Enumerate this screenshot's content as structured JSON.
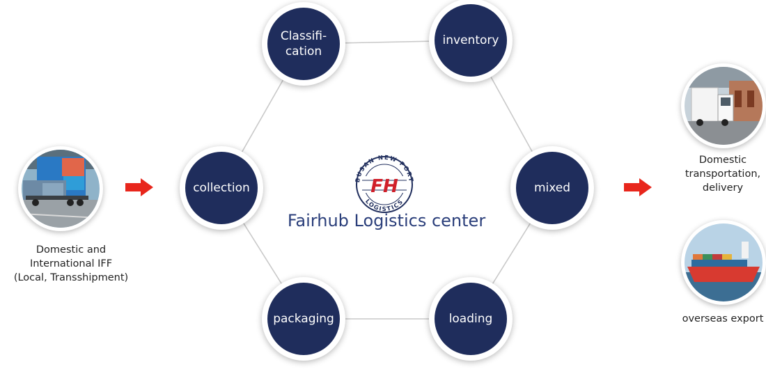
{
  "center": {
    "logo_initials": "FH",
    "logo_ring_text": "BUSAN NEW PORT LOGISTICS",
    "title": "Fairhub Logistics center"
  },
  "hexagon_nodes": [
    {
      "label": "Classifi-\ncation"
    },
    {
      "label": "inventory"
    },
    {
      "label": "mixed"
    },
    {
      "label": "loading"
    },
    {
      "label": "packaging"
    },
    {
      "label": "collection"
    }
  ],
  "input": {
    "caption": "Domestic and\nInternational IFF\n(Local, Transshipment)",
    "photo_icon": "warehouse-container-truck-photo"
  },
  "outputs": [
    {
      "caption": "Domestic\ntransportation,\ndelivery",
      "photo_icon": "truck-photo"
    },
    {
      "caption": "overseas export",
      "photo_icon": "container-ship-photo"
    }
  ],
  "colors": {
    "node_fill": "#1f2d5c",
    "arrow": "#e8261c",
    "title": "#2a3e7a",
    "logo_red": "#d0202a",
    "connector": "#c9c9c9"
  }
}
